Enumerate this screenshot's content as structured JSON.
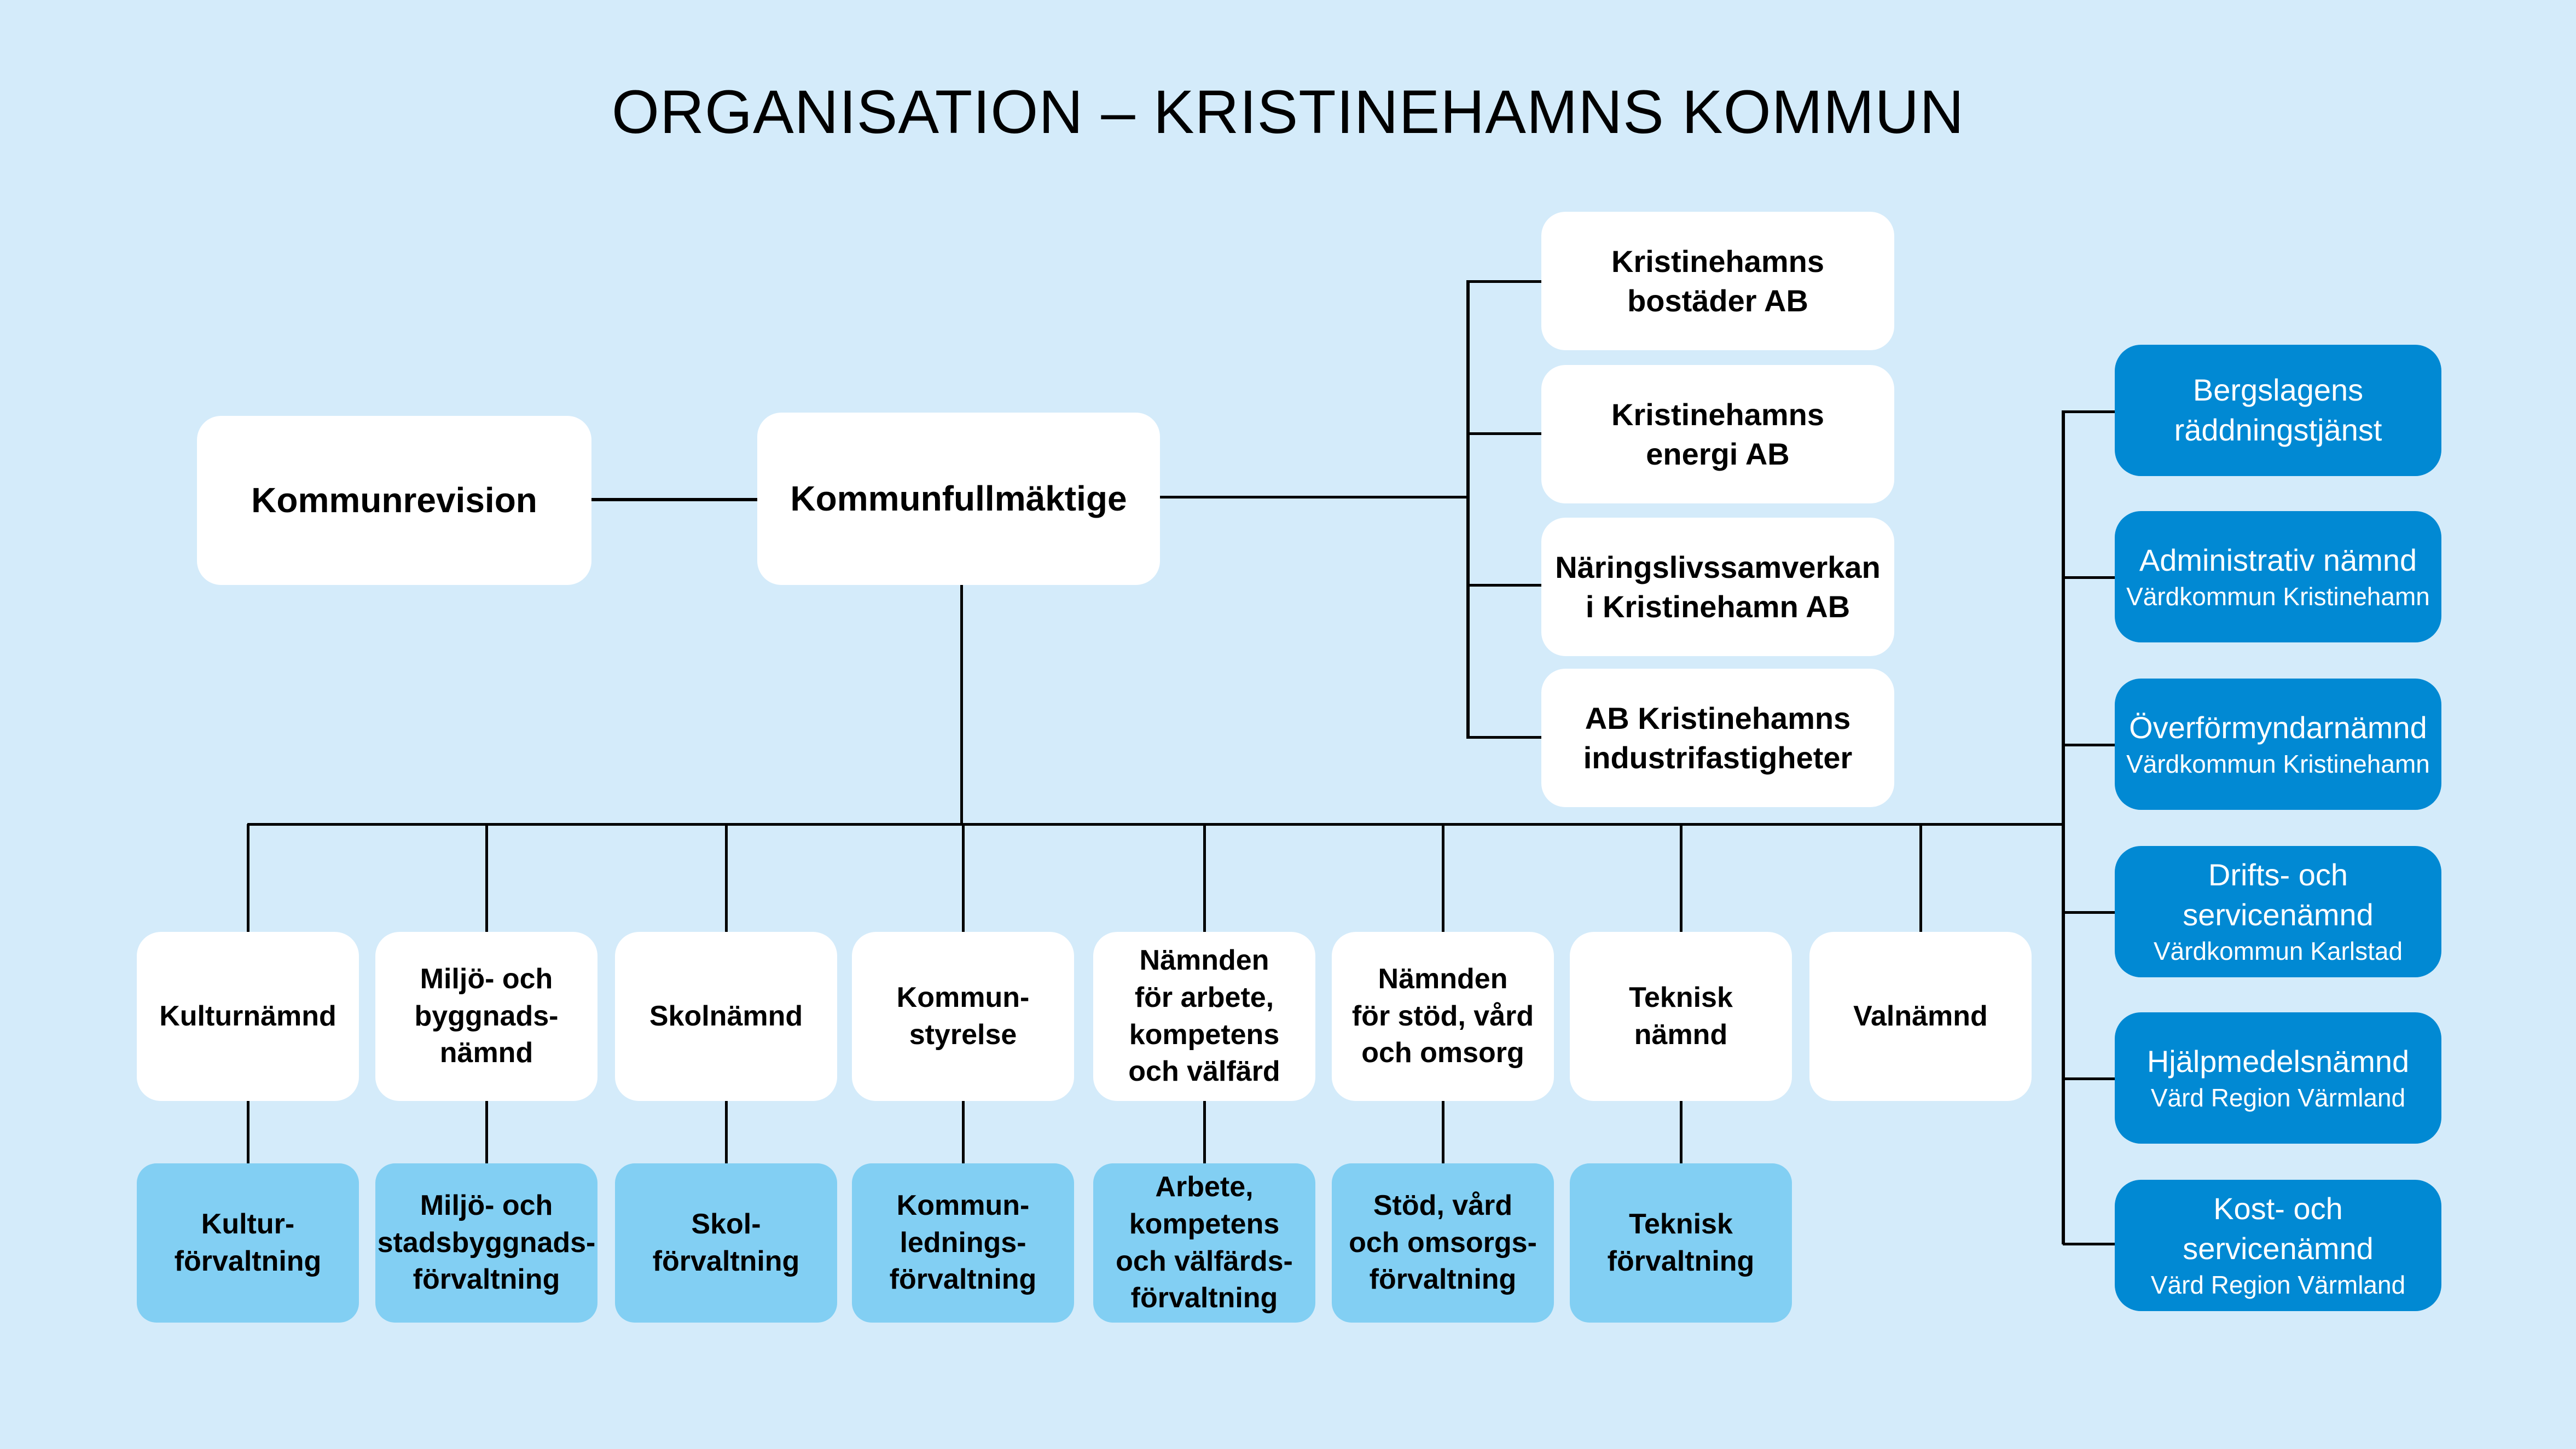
{
  "title": "ORGANISATION – KRISTINEHAMNS KOMMUN",
  "colors": {
    "background": "#d4ebfa",
    "white_box": "#ffffff",
    "administration_box": "#82cff3",
    "joint_board_box": "#0189d3",
    "connector": "#000000"
  },
  "top": {
    "audit": "Kommunrevision",
    "council": "Kommunfullmäktige"
  },
  "companies": [
    "Kristinehamns\nbostäder AB",
    "Kristinehamns\nenergi AB",
    "Näringslivssamverkan\ni Kristinehamn AB",
    "AB Kristinehamns\nindustrifastigheter"
  ],
  "joint_boards": [
    {
      "name": "Bergslagens\nräddningstjänst",
      "host": ""
    },
    {
      "name": "Administrativ nämnd",
      "host": "Värdkommun Kristinehamn"
    },
    {
      "name": "Överförmyndarnämnd",
      "host": "Värdkommun Kristinehamn"
    },
    {
      "name": "Drifts- och\nservicenämnd",
      "host": "Värdkommun Karlstad"
    },
    {
      "name": "Hjälpmedelsnämnd",
      "host": "Värd Region Värmland"
    },
    {
      "name": "Kost- och\nservicenämnd",
      "host": "Värd Region Värmland"
    }
  ],
  "boards": [
    {
      "name": "Kulturnämnd",
      "administration": "Kultur-\nförvaltning"
    },
    {
      "name": "Miljö- och\nbyggnads-\nnämnd",
      "administration": "Miljö- och\nstadsbyggnads-\nförvaltning"
    },
    {
      "name": "Skolnämnd",
      "administration": "Skol-\nförvaltning"
    },
    {
      "name": "Kommun-\nstyrelse",
      "administration": "Kommun-\nlednings-\nförvaltning"
    },
    {
      "name": "Nämnden\nför arbete,\nkompetens\noch välfärd",
      "administration": "Arbete,\nkompetens\noch välfärds-\nförvaltning"
    },
    {
      "name": "Nämnden\nför stöd, vård\noch omsorg",
      "administration": "Stöd, vård\noch omsorgs-\nförvaltning"
    },
    {
      "name": "Teknisk\nnämnd",
      "administration": "Teknisk\nförvaltning"
    },
    {
      "name": "Valnämnd",
      "administration": ""
    }
  ]
}
